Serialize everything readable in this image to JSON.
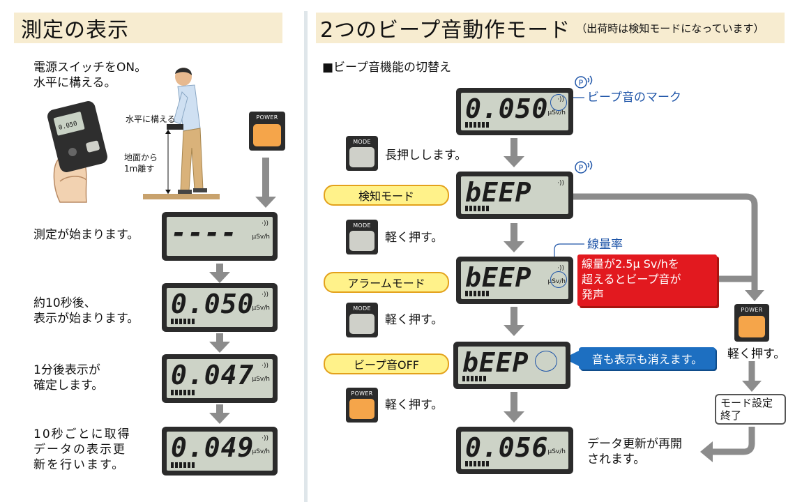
{
  "header_left": {
    "title": "測定の表示"
  },
  "header_right": {
    "title": "2つのビープ音動作モード",
    "subtitle": "（出荷時は検知モードになっています）"
  },
  "left": {
    "step1": "電源スイッチをON。\n水平に構える。",
    "hold_label": "水平に構える",
    "height_label": "地面から\n1m離す",
    "device_reading": "0.050",
    "power_label": "POWER",
    "step2": "測定が始まります。",
    "step3": "約10秒後、\n表示が始まります。",
    "step4": "1分後表示が\n確定します。",
    "step5": "10秒ごとに取得\nデータの表示更\n新を行います。"
  },
  "right": {
    "section_title": "■ビープ音機能の切替え",
    "beep_mark_label": "ビープ音のマーク",
    "p_mark": "P",
    "mode_label": "MODE",
    "power_label": "POWER",
    "long_press": "長押しします。",
    "short_press": "軽く押す。",
    "mode_detect": "検知モード",
    "mode_alarm": "アラームモード",
    "mode_beep_off": "ビープ音OFF",
    "dose_rate_label": "線量率",
    "alarm_note": "線量が2.5μ Sv/hを\n超えるとビープ音が\n発声",
    "off_note": "音も表示も消えます。",
    "power_press": "軽く押す。",
    "mode_end": "モード設定\n終了",
    "resume": "データ更新が再開\nされます。"
  },
  "displays": {
    "unit": "μSv/h",
    "l1": "----",
    "l2": "0.050",
    "l3": "0.047",
    "l4": "0.049",
    "r1": "0.050",
    "r2": "bEEP",
    "r3": "bEEP",
    "r4": "bEEP",
    "r5": "0.056"
  }
}
